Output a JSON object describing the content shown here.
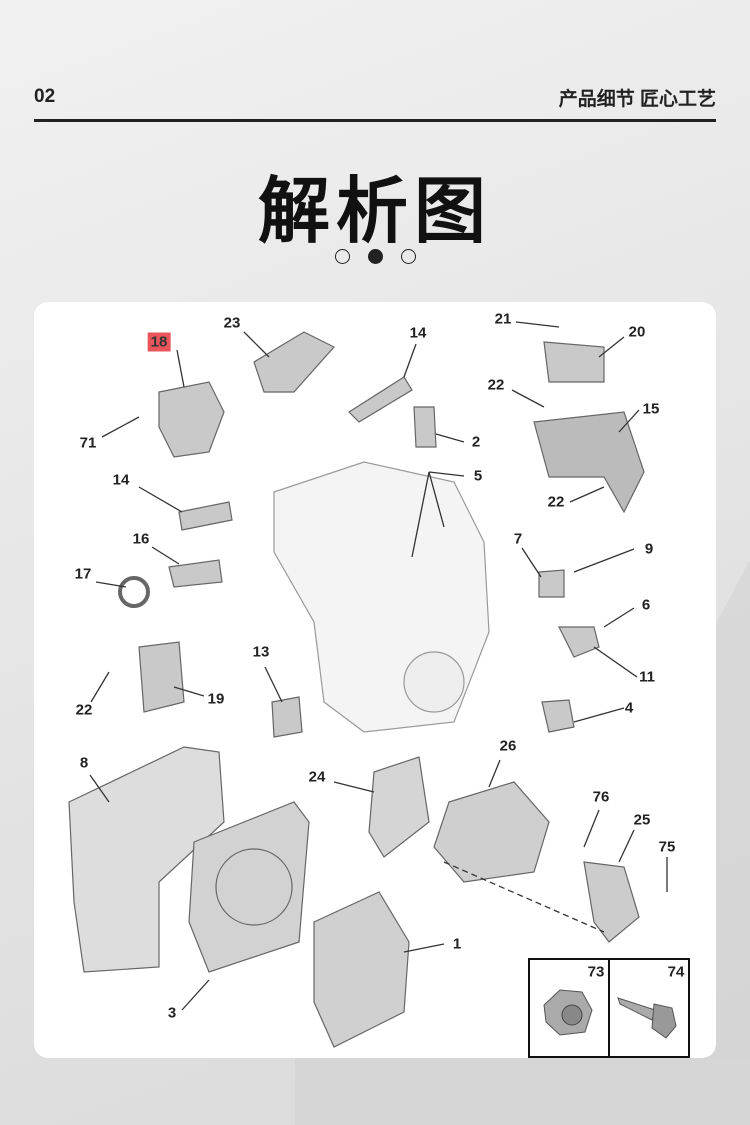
{
  "header": {
    "page_number": "02",
    "slogan": "产品细节 匠心工艺",
    "title": "解析图"
  },
  "pager": {
    "total": 3,
    "active": 2
  },
  "diagram": {
    "highlight_color": "#e8555a",
    "labels": [
      "18",
      "23",
      "14",
      "21",
      "20",
      "22",
      "15",
      "71",
      "2",
      "5",
      "22",
      "14",
      "16",
      "7",
      "9",
      "17",
      "6",
      "13",
      "11",
      "22",
      "19",
      "4",
      "26",
      "8",
      "24",
      "76",
      "25",
      "75",
      "1",
      "3"
    ],
    "inset": {
      "left_label": "73",
      "right_label": "74"
    }
  }
}
